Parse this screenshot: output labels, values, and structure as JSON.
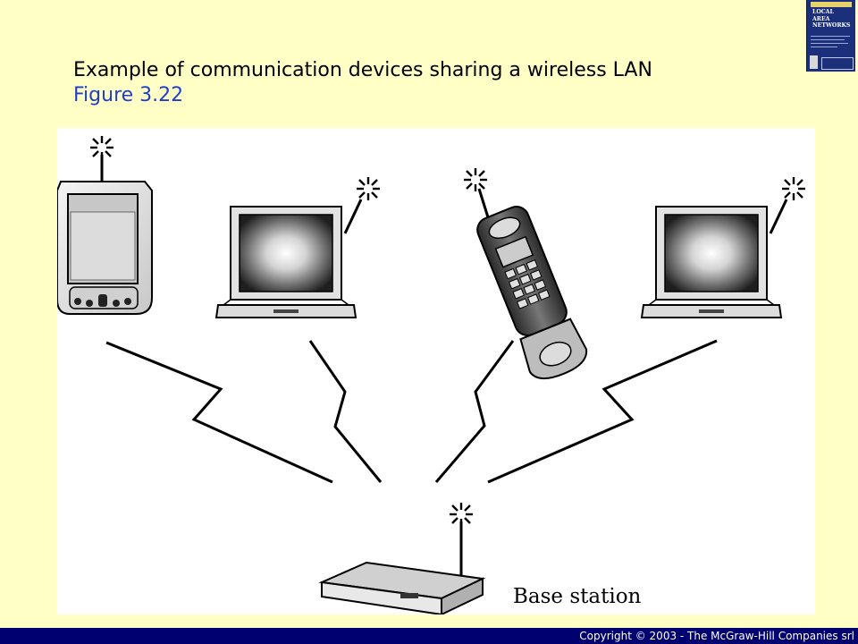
{
  "slide": {
    "title": "Example of communication devices sharing a wireless LAN",
    "subtitle": "Figure 3.22"
  },
  "book_cover": {
    "title_lines": [
      "LOCAL",
      "AREA",
      "NETWORKS"
    ],
    "colors": {
      "cover": "#1c2f7a",
      "strip": "#e6d36a"
    }
  },
  "diagram": {
    "devices": [
      {
        "name": "pda",
        "icon": "pda-icon"
      },
      {
        "name": "laptop-left",
        "icon": "laptop-icon"
      },
      {
        "name": "cell-phone",
        "icon": "cell-phone-icon"
      },
      {
        "name": "laptop-right",
        "icon": "laptop-icon"
      },
      {
        "name": "base-station",
        "icon": "base-station-icon"
      }
    ],
    "base_station_label": "Base station"
  },
  "footer": {
    "copyright": "Copyright © 2003 - The McGraw-Hill Companies srl"
  },
  "colors": {
    "background": "#ffffc6",
    "footer_bar": "#000070",
    "subtitle": "#1f3fc8"
  }
}
